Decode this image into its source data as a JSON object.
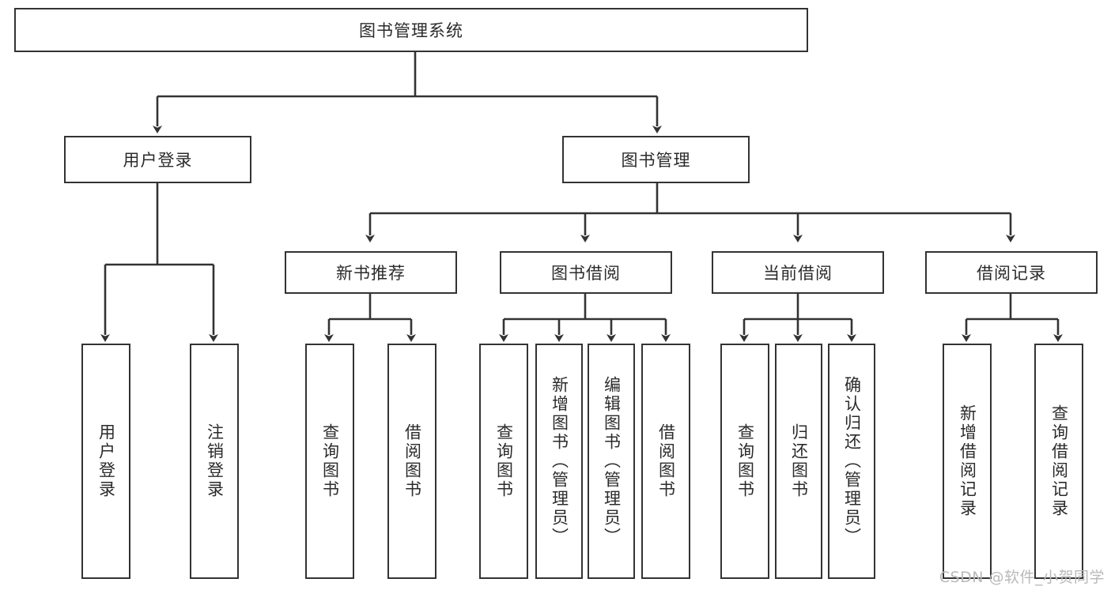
{
  "diagram": {
    "type": "hierarchy-tree",
    "title": "图书管理系统",
    "root": {
      "id": "root",
      "label": "图书管理系统"
    },
    "level2": [
      {
        "id": "user-login",
        "label": "用户登录"
      },
      {
        "id": "book-management",
        "label": "图书管理"
      }
    ],
    "level3": [
      {
        "id": "new-book-recommend",
        "label": "新书推荐",
        "parent": "book-management"
      },
      {
        "id": "book-borrow",
        "label": "图书借阅",
        "parent": "book-management"
      },
      {
        "id": "current-borrow",
        "label": "当前借阅",
        "parent": "book-management"
      },
      {
        "id": "borrow-record",
        "label": "借阅记录",
        "parent": "book-management"
      }
    ],
    "leaves": [
      {
        "id": "leaf-user-login",
        "label": "用户登录",
        "parent": "user-login"
      },
      {
        "id": "leaf-logout-login",
        "label": "注销登录",
        "parent": "user-login"
      },
      {
        "id": "leaf-query-book-1",
        "label": "查询图书",
        "parent": "new-book-recommend"
      },
      {
        "id": "leaf-borrow-book-1",
        "label": "借阅图书",
        "parent": "new-book-recommend"
      },
      {
        "id": "leaf-query-book-2",
        "label": "查询图书",
        "parent": "book-borrow"
      },
      {
        "id": "leaf-add-book",
        "label": "新增图书（管理员）",
        "parent": "book-borrow"
      },
      {
        "id": "leaf-edit-book",
        "label": "编辑图书（管理员）",
        "parent": "book-borrow"
      },
      {
        "id": "leaf-borrow-book-2",
        "label": "借阅图书",
        "parent": "book-borrow"
      },
      {
        "id": "leaf-query-book-3",
        "label": "查询图书",
        "parent": "current-borrow"
      },
      {
        "id": "leaf-return-book",
        "label": "归还图书",
        "parent": "current-borrow"
      },
      {
        "id": "leaf-confirm-return",
        "label": "确认归还（管理员）",
        "parent": "current-borrow"
      },
      {
        "id": "leaf-add-record",
        "label": "新增借阅记录",
        "parent": "borrow-record"
      },
      {
        "id": "leaf-query-record",
        "label": "查询借阅记录",
        "parent": "borrow-record"
      }
    ],
    "colors": {
      "stroke": "#333333",
      "background": "#ffffff",
      "text": "#2b2b2b",
      "watermark": "#b9b9b9"
    }
  },
  "watermark": {
    "text": "CSDN @软件_小贺同学"
  }
}
